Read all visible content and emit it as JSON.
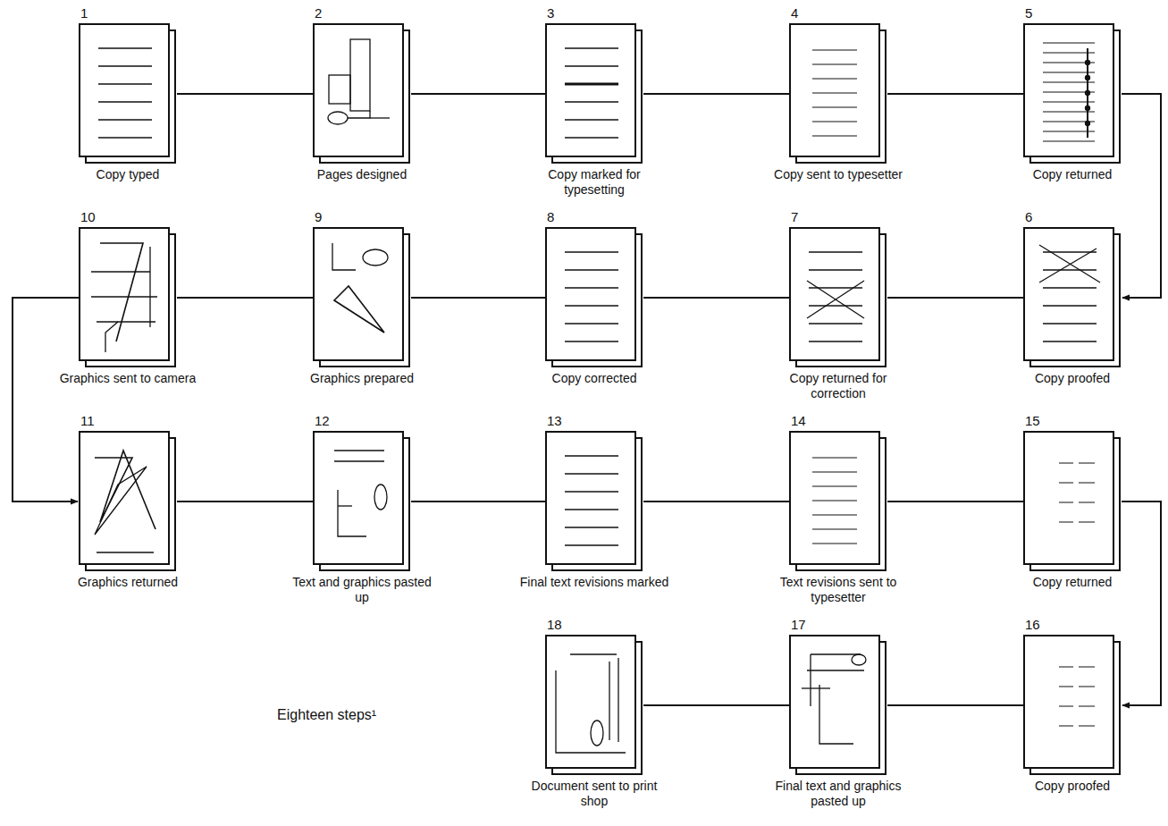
{
  "diagram": {
    "nodes": [
      {
        "text": [
          "1",
          "Copy typed"
        ]
      },
      {
        "text": [
          "2",
          "Pages designed"
        ]
      },
      {
        "text": [
          "3",
          "Copy marked for typesetting"
        ]
      },
      {
        "text": [
          "4",
          "Copy sent to typesetter"
        ]
      },
      {
        "text": [
          "5",
          "Copy returned"
        ]
      },
      {
        "text": [
          "6",
          "Copy proofed"
        ]
      },
      {
        "text": [
          "7",
          "Copy returned for correction"
        ]
      },
      {
        "text": [
          "8",
          "Copy corrected"
        ]
      },
      {
        "text": [
          "9",
          "Graphics prepared"
        ]
      },
      {
        "text": [
          "10",
          "Graphics sent to camera"
        ]
      },
      {
        "text": [
          "11",
          "Graphics returned"
        ]
      },
      {
        "text": [
          "12",
          "Text and graphics pasted up"
        ]
      },
      {
        "text": [
          "13",
          "Final text revisions marked"
        ]
      },
      {
        "text": [
          "14",
          "Text revisions sent to typesetter"
        ]
      },
      {
        "text": [
          "15",
          "Copy returned"
        ]
      },
      {
        "text": [
          "16",
          "Copy proofed"
        ]
      },
      {
        "text": [
          "17",
          "Final text and graphics pasted up"
        ]
      },
      {
        "text": [
          "18",
          "Document sent to print shop"
        ]
      }
    ],
    "edges": [
      {
        "from": 0,
        "to": 1,
        "arrow": "none"
      },
      {
        "from": 1,
        "to": 2,
        "arrow": "none"
      },
      {
        "from": 2,
        "to": 3,
        "arrow": "none"
      },
      {
        "from": 3,
        "to": 4,
        "arrow": "none"
      },
      {
        "from": 4,
        "to": 5,
        "arrow": "to"
      },
      {
        "from": 5,
        "to": 6,
        "arrow": "none"
      },
      {
        "from": 6,
        "to": 7,
        "arrow": "none"
      },
      {
        "from": 7,
        "to": 8,
        "arrow": "none"
      },
      {
        "from": 8,
        "to": 9,
        "arrow": "none"
      },
      {
        "from": 9,
        "to": 10,
        "arrow": "to"
      },
      {
        "from": 10,
        "to": 11,
        "arrow": "none"
      },
      {
        "from": 11,
        "to": 12,
        "arrow": "none"
      },
      {
        "from": 12,
        "to": 13,
        "arrow": "none"
      },
      {
        "from": 13,
        "to": 14,
        "arrow": "none"
      },
      {
        "from": 14,
        "to": 15,
        "arrow": "to"
      },
      {
        "from": 15,
        "to": 16,
        "arrow": "none"
      },
      {
        "from": 16,
        "to": 17,
        "arrow": "none"
      }
    ],
    "labels": [
      "Eighteen steps¹"
    ]
  }
}
